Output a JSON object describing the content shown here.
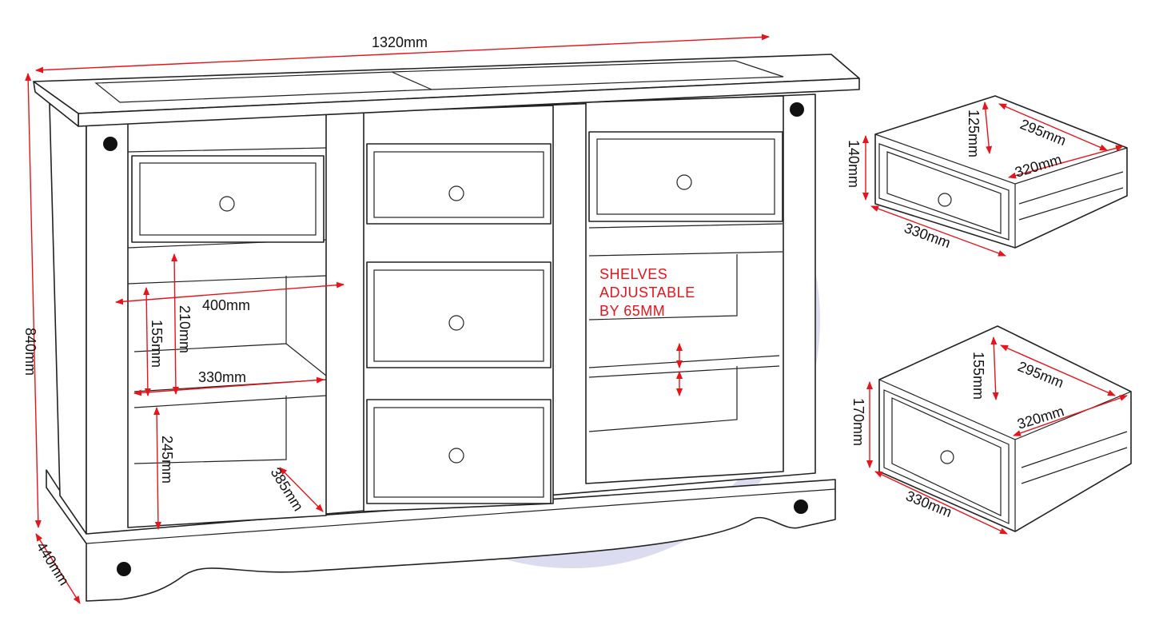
{
  "title": "Sideboard dimension diagram",
  "dimensions": {
    "width": "1320mm",
    "height": "840mm",
    "depth": "440mm",
    "inner_width": "400mm",
    "upper_shelf_height": "210mm",
    "upper_opening_height": "155mm",
    "shelf_depth": "330mm",
    "lower_shelf_height": "245mm",
    "lower_depth": "385mm"
  },
  "note": {
    "line1": "SHELVES",
    "line2": "ADJUSTABLE",
    "line3": "BY 65MM"
  },
  "small_drawer": {
    "inner_height": "125mm",
    "inner_width": "295mm",
    "inner_depth": "320mm",
    "height": "140mm",
    "width": "330mm"
  },
  "large_drawer": {
    "inner_height": "155mm",
    "inner_width": "295mm",
    "inner_depth": "320mm",
    "height": "170mm",
    "width": "330mm"
  },
  "colors": {
    "dimension": "#e8141b",
    "watermark": "#d9d9ef",
    "line": "#222222"
  }
}
